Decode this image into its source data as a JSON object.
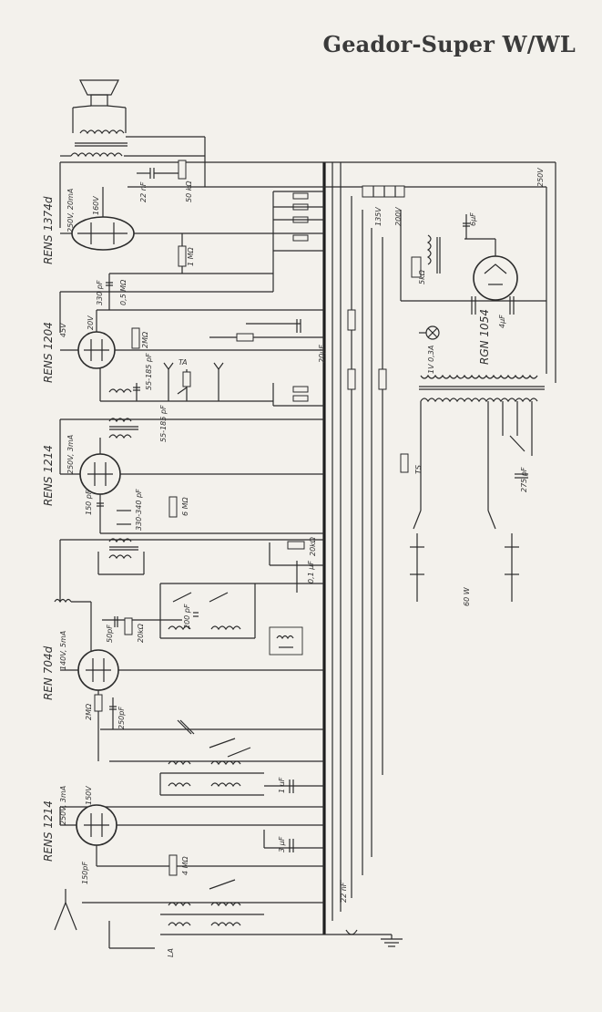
{
  "title": "Geador-Super W/WL",
  "tubes": [
    {
      "type": "RENS 1374d",
      "rating": "250V, 20mA",
      "voltage": "160V"
    },
    {
      "type": "RENS 1204",
      "rating": "45V",
      "voltage": "20V"
    },
    {
      "type": "RENS 1214",
      "rating": "250V, 3mA",
      "voltage": ""
    },
    {
      "type": "REN 704d",
      "rating": "140V, 5mA",
      "voltage": ""
    },
    {
      "type": "RENS 1214",
      "rating": "250V, 3mA",
      "voltage": "150V"
    },
    {
      "type": "RGN 1054",
      "rating": "",
      "voltage": ""
    }
  ],
  "supply_labels": {
    "v250": "250V",
    "v135": "135V",
    "v200": "200V",
    "power": "60 W",
    "ts": "TS",
    "fuse": "1V 0,3A"
  },
  "component_labels": {
    "c22nf": "22 nF",
    "r50": "50 kΩ",
    "c330": "330 pF",
    "r05": "0,5 MΩ",
    "r1m": "1 MΩ",
    "r2m": "2MΩ",
    "c55": "55-185 pF",
    "ta": "TA",
    "c150": "150 pF",
    "c330b": "330-340 pF",
    "r6m": "6 MΩ",
    "c01": "0,1 µF",
    "c200": "200 pF",
    "r20k": "20kΩ",
    "c50pf": "50pF",
    "r2mb": "2MΩ",
    "c250pf": "250pF",
    "c1uf": "1 µF",
    "c3uf": "3 µF",
    "r4m": "4 MΩ",
    "c150b": "150pF",
    "c22nfb": "22 nF",
    "la": "LA",
    "c275": "275 pF",
    "c6uf": "6µF",
    "c4uf": "4µF",
    "r5k": "5kΩ",
    "c20": "20µF"
  }
}
